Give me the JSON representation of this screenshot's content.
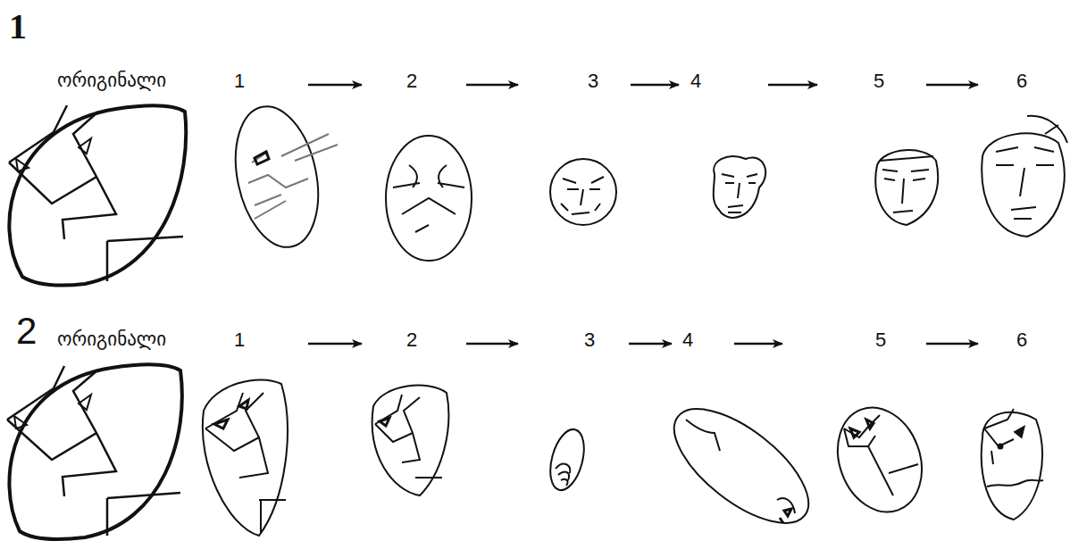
{
  "diagram": {
    "labels": [
      "1",
      "ორიგინალი",
      "1",
      "2",
      "3",
      "4",
      "5",
      "6",
      "2",
      "ორიგინალი",
      "1",
      "2",
      "3",
      "4",
      "5",
      "6"
    ]
  }
}
